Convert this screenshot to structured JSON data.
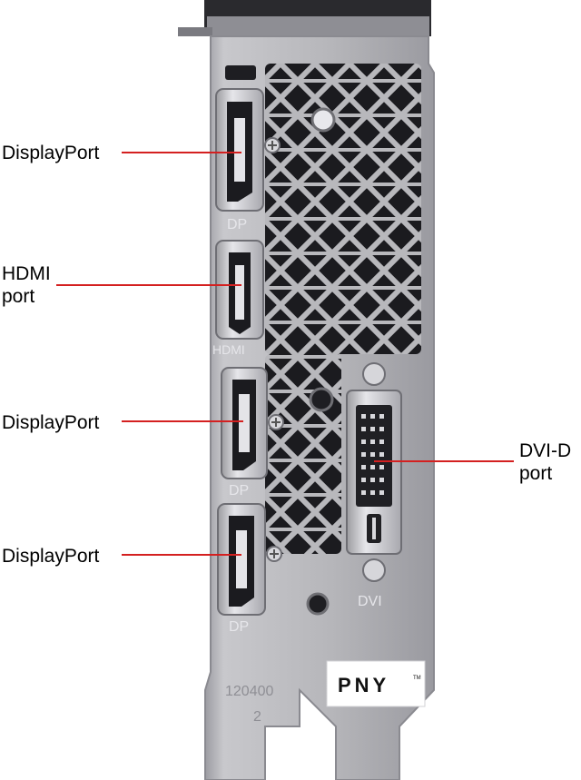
{
  "callouts": {
    "displayport_1": "DisplayPort",
    "hdmi_line1": "HDMI",
    "hdmi_line2": "port",
    "displayport_2": "DisplayPort",
    "displayport_3": "DisplayPort",
    "dvi_line1": "DVI-D",
    "dvi_line2": "port"
  },
  "bracket_markings": {
    "dp_1": "DP",
    "hdmi": "HDMI",
    "dp_2": "DP",
    "dp_3": "DP",
    "dvi": "DVI",
    "part_number": "120400",
    "revision": "2"
  },
  "brand": {
    "name": "PNY",
    "trademark": "TM"
  },
  "colors": {
    "leader_line": "#d42020",
    "bracket": "#b8b8bc",
    "vent_dark": "#222226",
    "port_shell": "#d8d8dc"
  }
}
